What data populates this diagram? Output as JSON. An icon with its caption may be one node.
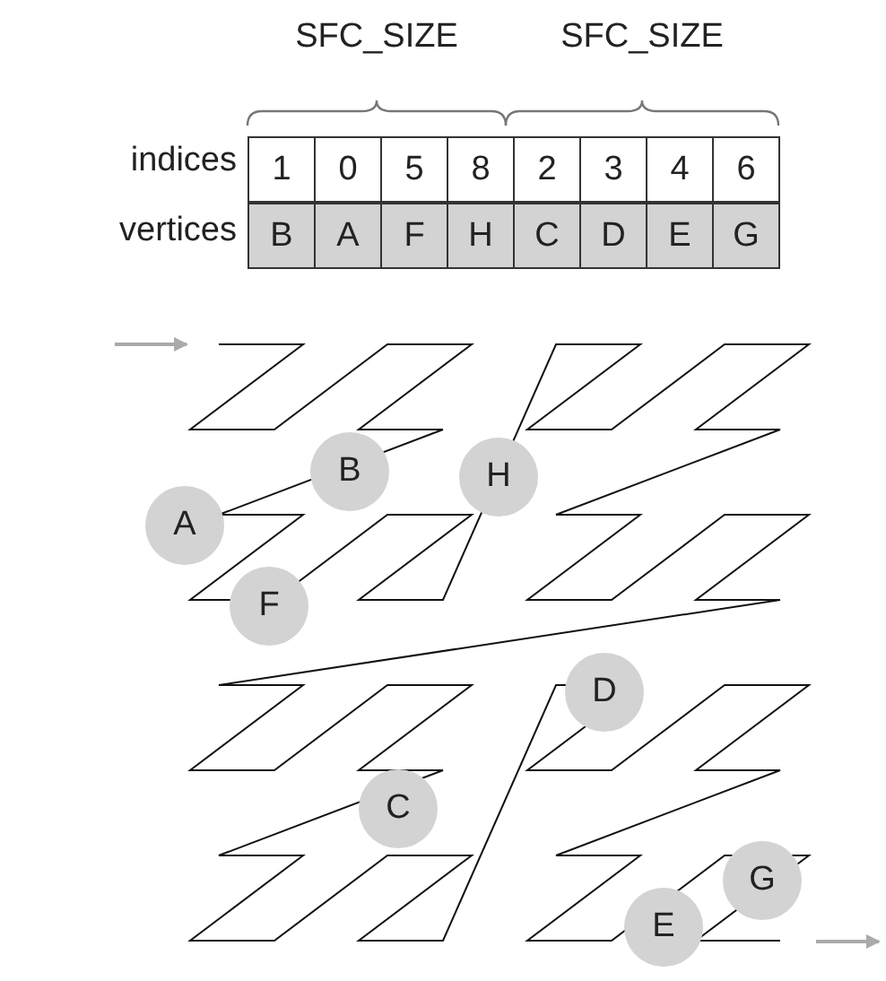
{
  "diagram": {
    "nodes": [
      {
        "text": [
          "B"
        ]
      },
      {
        "text": [
          "H"
        ]
      },
      {
        "text": [
          "A"
        ]
      },
      {
        "text": [
          "F"
        ]
      },
      {
        "text": [
          "D"
        ]
      },
      {
        "text": [
          "C"
        ]
      },
      {
        "text": [
          "G"
        ]
      },
      {
        "text": [
          "E"
        ]
      }
    ],
    "labels": [
      "SFC_SIZE",
      "SFC_SIZE",
      "indices",
      "1",
      "0",
      "5",
      "8",
      "2",
      "3",
      "4",
      "6",
      "vertices",
      "B",
      "A",
      "F",
      "H",
      "C",
      "D",
      "E",
      "G"
    ]
  }
}
